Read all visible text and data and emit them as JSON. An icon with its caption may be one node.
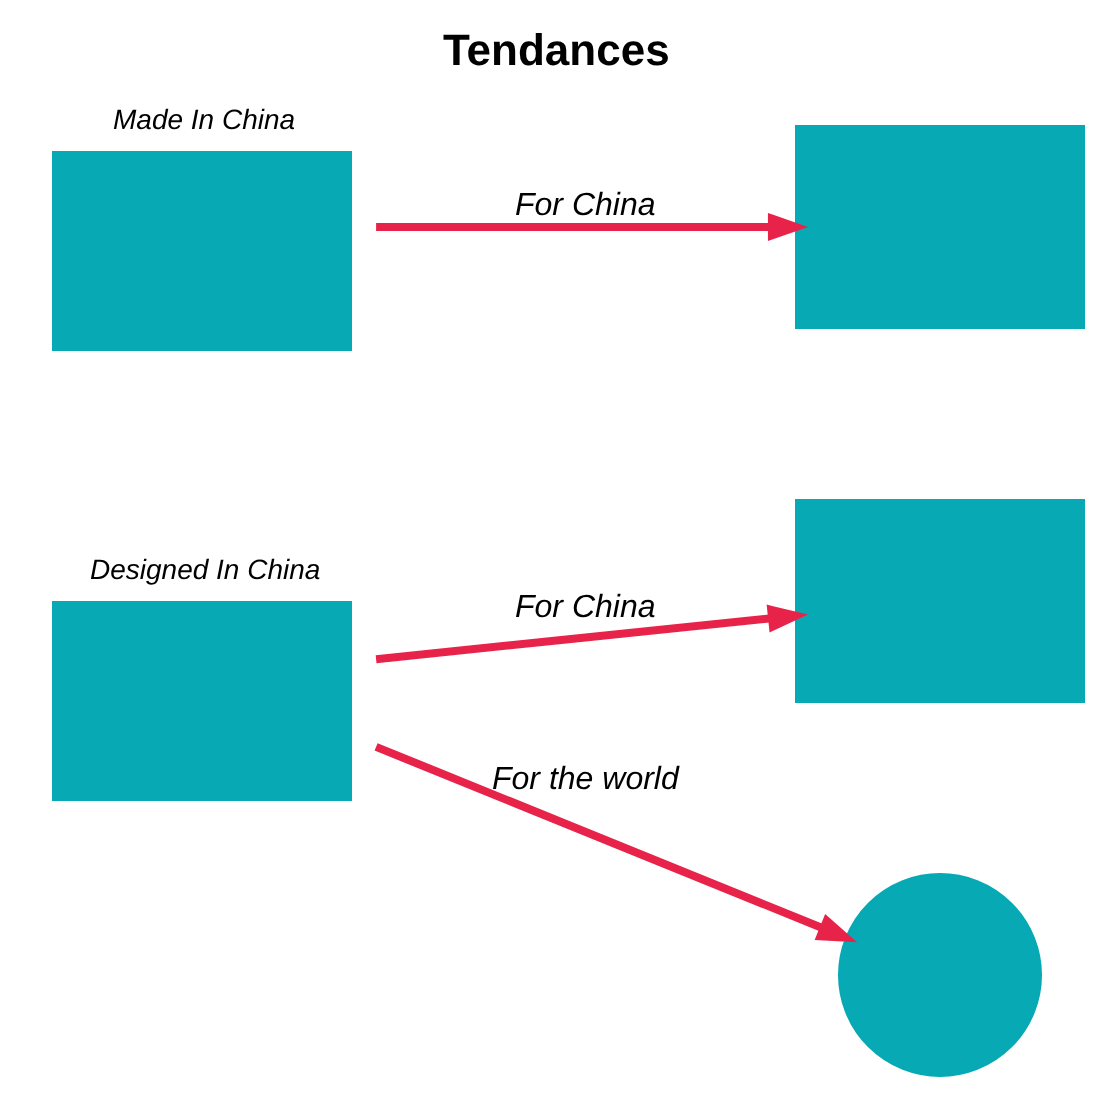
{
  "diagram": {
    "title": "Tendances",
    "nodes": [
      {
        "text": [],
        "shape": "box",
        "beside": [
          "Made In China"
        ]
      },
      {
        "text": [],
        "shape": "box"
      },
      {
        "text": [],
        "shape": "box",
        "beside": [
          "Designed In China"
        ]
      },
      {
        "text": [],
        "shape": "box"
      },
      {
        "text": [],
        "shape": "circle"
      }
    ],
    "edges": [
      {
        "from": 0,
        "to": 1,
        "arrow": "to",
        "label": "For China"
      },
      {
        "from": 2,
        "to": 3,
        "arrow": "to",
        "label": "For China"
      },
      {
        "from": 2,
        "to": 4,
        "arrow": "to",
        "label": "For the world"
      }
    ]
  }
}
